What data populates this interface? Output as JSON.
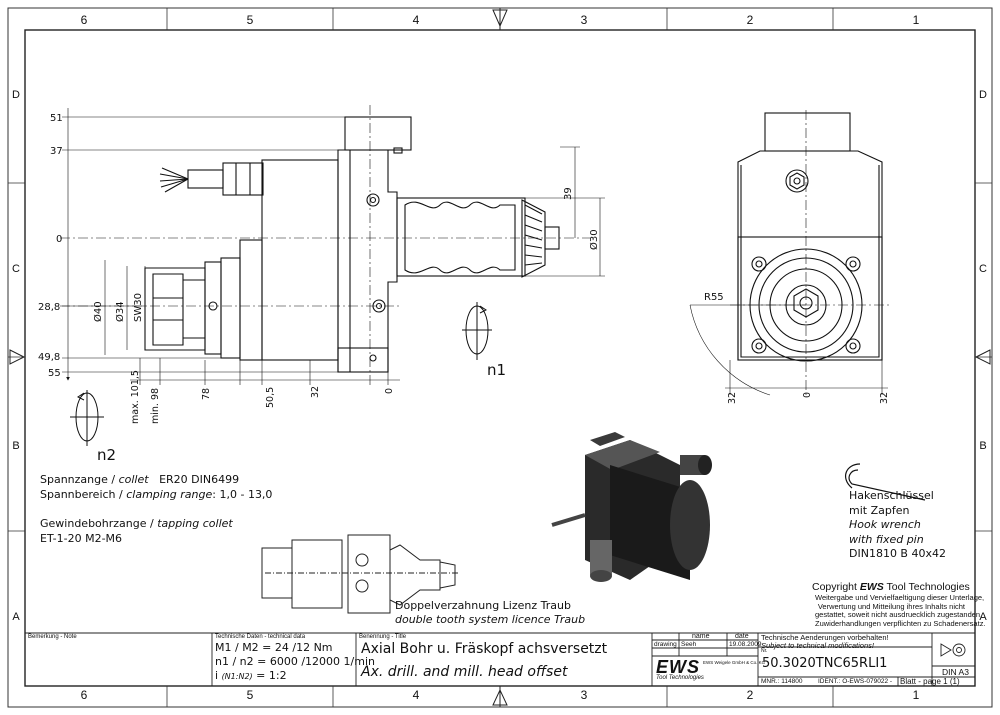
{
  "frame": {
    "col_labels": [
      "6",
      "5",
      "4",
      "3",
      "2",
      "1"
    ],
    "row_labels": [
      "D",
      "C",
      "B",
      "A"
    ]
  },
  "dimensions": {
    "left": [
      "51",
      "37",
      "0",
      "28,8",
      "49,8",
      "55"
    ],
    "diameters": [
      "Ø40",
      "Ø34",
      "SW30"
    ],
    "bottom": [
      "max. 101,5",
      "min. 98",
      "78",
      "50,5",
      "32",
      "0"
    ],
    "right_39": "39",
    "right_d30": "Ø30",
    "r55": "R55",
    "end_bottom": [
      "32",
      "0",
      "32"
    ]
  },
  "rotation_labels": {
    "n1": "n1",
    "n2": "n2"
  },
  "notes": {
    "collet_de": "Spannzange /",
    "collet_en": "collet",
    "collet_val": "ER20    DIN6499",
    "range_de": "Spannbereich /",
    "range_en": "clamping range",
    "range_val": ": 1,0 - 13,0",
    "tap_de": "Gewindebohrzange /",
    "tap_en": "tapping collet",
    "tap_val": "ET-1-20   M2-M6",
    "double_de": "Doppelverzahnung Lizenz Traub",
    "double_en": "double tooth system licence Traub",
    "wrench_de1": "Hakenschlüssel",
    "wrench_de2": "mit Zapfen",
    "wrench_en1": "Hook wrench",
    "wrench_en2": "with fixed pin",
    "wrench_din": "DIN1810 B 40x42",
    "copyright_a": "Copyright ",
    "copyright_b": "EWS",
    "copyright_c": " Tool Technologies",
    "copy_lines": [
      "Weitergabe und Vervielfaeltigung dieser Unterlage,",
      "Verwertung und Mitteilung ihres Inhalts nicht",
      "gestattet, soweit nicht ausdruecklich zugestanden.",
      "Zuwiderhandlungen verpflichten zu Schadenersatz."
    ]
  },
  "title_block": {
    "remark_label": "Bemerkung - Note",
    "tech_label": "Technische Daten - technical data",
    "tech_line1": "M1 / M2 = 24  /12  Nm",
    "tech_line2": "n1 / n2 = 6000 /12000 1/min",
    "tech_line3a": "i  ",
    "tech_line3b": "(N1:N2)",
    "tech_line3c": "  = 1:2",
    "name_label": "Benennung - Title",
    "title_de": "Axial Bohr u. Fräskopf achsversetzt",
    "title_en": "Ax. drill. and mill. head offset",
    "col_name": "name",
    "col_date": "date",
    "drawing_label": "drawing",
    "drawing_name": "Seeh",
    "drawing_date": "19.08.2009",
    "company": "EWS",
    "company_sub": "Tool Technologies",
    "company_addr": "EWS Weigele GmbH & Co. KG",
    "changes_de": "Technische Aenderungen vorbehalten!",
    "changes_en": "Subject to technical modifications!",
    "nr_label": "Nr.",
    "part_no": "50.3020TNC65RLI1",
    "mnr": "MNR.: 114800",
    "ident": "IDENT.: O-EWS-079022 -",
    "sheet_label": "Blatt - page",
    "sheet_val": "1 (1)",
    "paper": "DIN A3"
  }
}
